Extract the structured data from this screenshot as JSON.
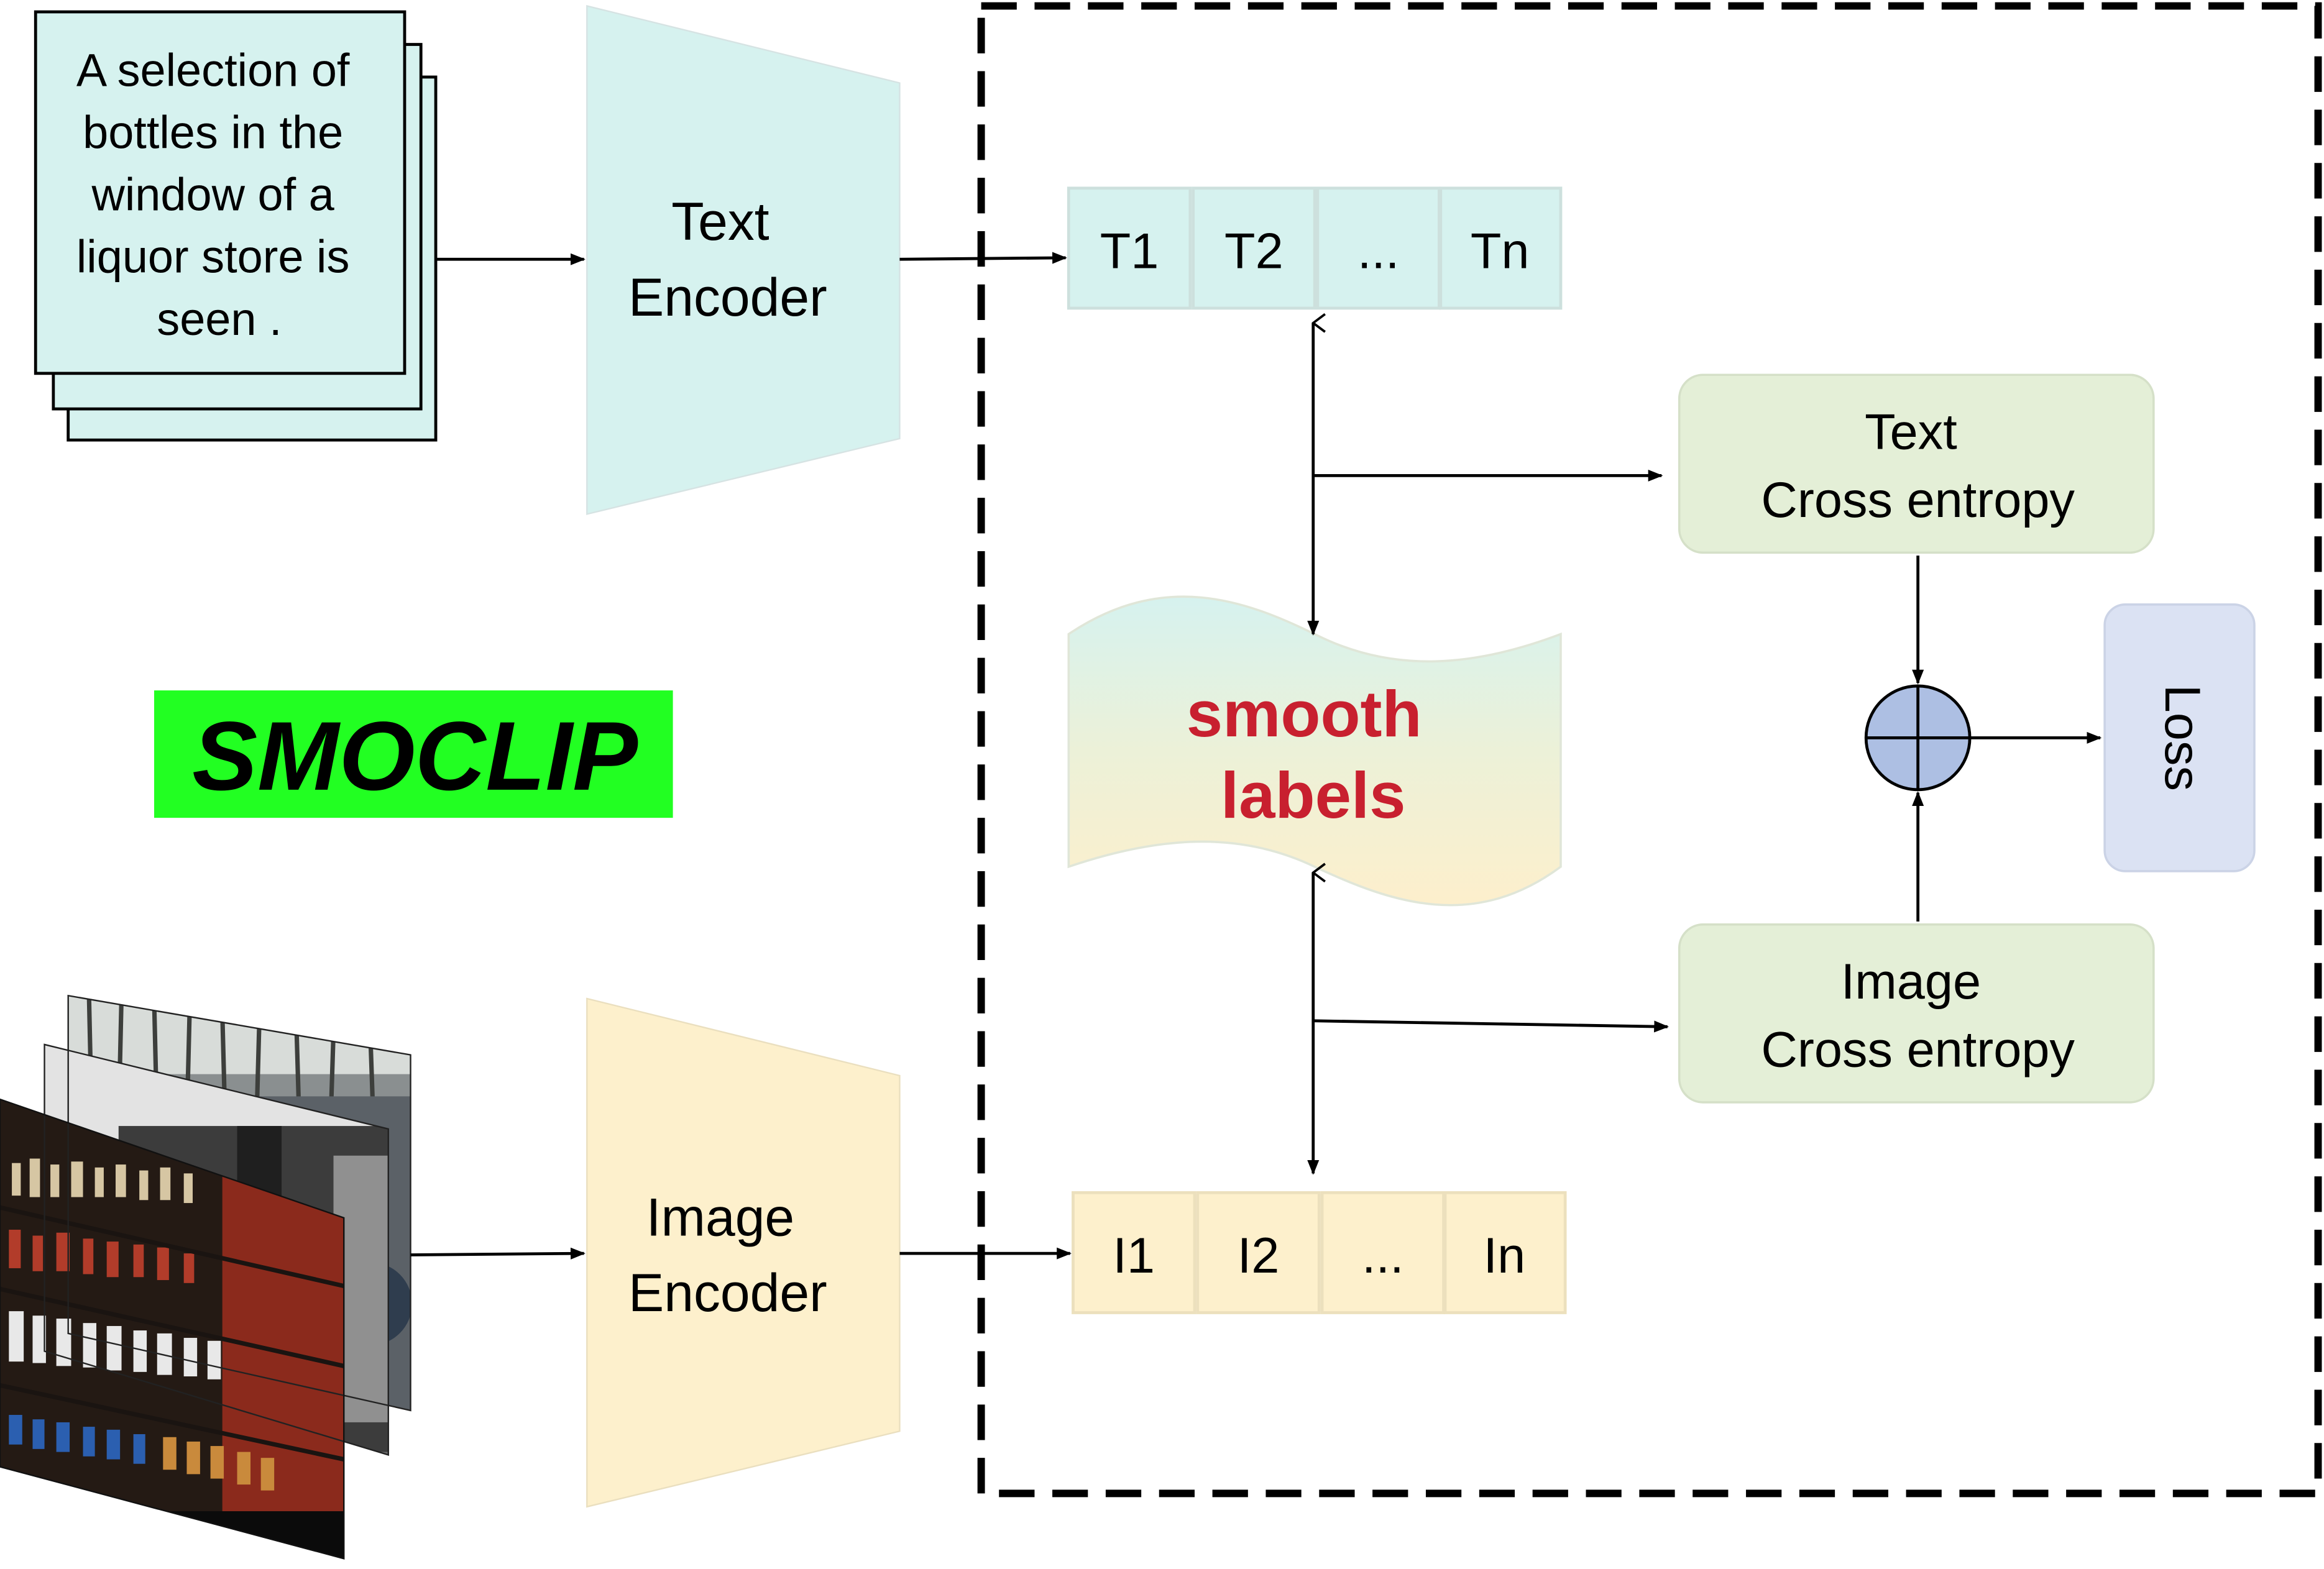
{
  "caption_text": [
    "A selection of",
    "bottles in the",
    "window of a",
    "liquor store is",
    "seen ."
  ],
  "text_encoder": [
    "Text",
    "Encoder"
  ],
  "image_encoder": [
    "Image",
    "Encoder"
  ],
  "method_name": "SMOCLIP",
  "text_tokens": [
    "T1",
    "T2",
    "...",
    "Tn"
  ],
  "image_tokens": [
    "I1",
    "I2",
    "...",
    "In"
  ],
  "smooth_labels": [
    "smooth",
    "labels"
  ],
  "text_ce": [
    "Text",
    "Cross entropy"
  ],
  "image_ce": [
    "Image",
    "Cross entropy"
  ],
  "loss_label": "Loss",
  "colors": {
    "text_branch": "#d6f2ef",
    "image_branch": "#fdf0cc",
    "cross_entropy_box": "#e4efd7",
    "loss_box": "#dbe2f3",
    "sum_node": "#adbfe3",
    "smooth_label_text": "#c8202f",
    "method_name_highlight": "#22ff22",
    "dashed_region": "#000000"
  },
  "icons": {
    "sum_node": "circle-plus-icon",
    "photo_stack": "liquor-store-photo-stack"
  }
}
